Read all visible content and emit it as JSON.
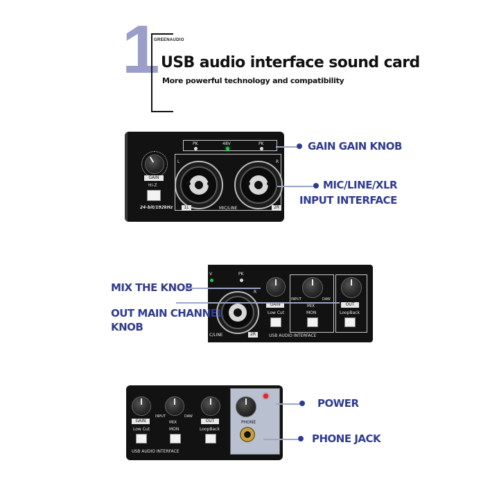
{
  "header": {
    "number": "1",
    "brand": "GREENAUDIO",
    "title": "USB audio interface sound card",
    "subtitle": "More powerful technology and compatibility"
  },
  "panel1": {
    "pk_left": "PK",
    "led_48v": "48V",
    "pk_right": "PK",
    "gain": "GAIN",
    "hiz": "Hi-Z",
    "bitrate": "24-bit/192kHz",
    "ch_left": "1L",
    "ch_right": "2R",
    "mic_line": "MIC/LINE",
    "l": "L",
    "r": "R",
    "callout_gain": "GAIN GAIN KNOB",
    "callout_mic_1": "MIC/LINE/XLR",
    "callout_mic_2": "INPUT INTERFACE"
  },
  "panel2": {
    "v": "V",
    "pk": "PK",
    "r": "R",
    "gain": "GAIN",
    "low_cut": "Low Cut",
    "input": "INPUT",
    "daw": "DAW",
    "mix": "MIX",
    "mon": "MON",
    "out": "OUT",
    "loopback": "LoopBack",
    "line": "C/LINE",
    "ch_right": "2R",
    "usb_interface": "USB AUDIO INTERFACE",
    "callout_mix": "MIX THE KNOB",
    "callout_out_1": "OUT MAIN CHANNEL",
    "callout_out_2": "KNOB"
  },
  "panel3": {
    "gain": "GAIN",
    "low_cut": "Low Cut",
    "input": "INPUT",
    "daw": "DAW",
    "mix": "MIX",
    "mon": "MON",
    "out": "OUT",
    "loopback": "LoopBack",
    "usb_interface": "USB AUDIO INTERFACE",
    "phone": "PHONE",
    "callout_power": "POWER",
    "callout_phone": "PHONE JACK"
  },
  "colors": {
    "accent_number": "#9a9ec9",
    "callout_text": "#2f3b8f",
    "led_green": "#19d04a",
    "led_red": "#e0262b"
  }
}
